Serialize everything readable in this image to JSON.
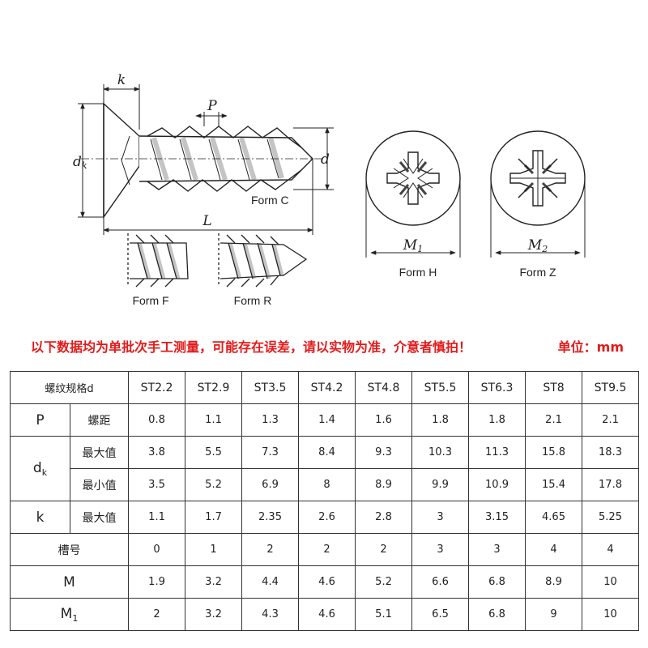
{
  "diagram": {
    "labels": {
      "k": "k",
      "p": "P",
      "dk_main": "d",
      "dk_sub": "k",
      "d": "d",
      "L": "L",
      "m1_main": "M",
      "m1_sub": "1",
      "m2_main": "M",
      "m2_sub": "2"
    },
    "forms": {
      "c": "Form C",
      "f": "Form F",
      "r": "Form R",
      "h": "Form H",
      "z": "Form Z"
    }
  },
  "notice": {
    "text": "以下数据均为单批次手工测量，可能存在误差，请以实物为准，介意者慎拍！",
    "unit": "单位：mm",
    "color": "#e21b1b"
  },
  "table": {
    "header_label": "螺纹规格d",
    "columns": [
      "ST2.2",
      "ST2.9",
      "ST3.5",
      "ST4.2",
      "ST4.8",
      "ST5.5",
      "ST6.3",
      "ST8",
      "ST9.5"
    ],
    "p": {
      "symbol": "P",
      "name": "螺距",
      "values": [
        "0.8",
        "1.1",
        "1.3",
        "1.4",
        "1.6",
        "1.8",
        "1.8",
        "2.1",
        "2.1"
      ]
    },
    "dk": {
      "symbol_main": "d",
      "symbol_sub": "k",
      "max": {
        "name": "最大值",
        "values": [
          "3.8",
          "5.5",
          "7.3",
          "8.4",
          "9.3",
          "10.3",
          "11.3",
          "15.8",
          "18.3"
        ]
      },
      "min": {
        "name": "最小值",
        "values": [
          "3.5",
          "5.2",
          "6.9",
          "8",
          "8.9",
          "9.9",
          "10.9",
          "15.4",
          "17.8"
        ]
      }
    },
    "k": {
      "symbol": "k",
      "name": "最大值",
      "values": [
        "1.1",
        "1.7",
        "2.35",
        "2.6",
        "2.8",
        "3",
        "3.15",
        "4.65",
        "5.25"
      ]
    },
    "slot": {
      "label": "槽号",
      "values": [
        "0",
        "1",
        "2",
        "2",
        "2",
        "3",
        "3",
        "4",
        "4"
      ]
    },
    "m": {
      "symbol": "M",
      "values": [
        "1.9",
        "3.2",
        "4.4",
        "4.6",
        "5.2",
        "6.6",
        "6.8",
        "8.9",
        "10"
      ]
    },
    "m1": {
      "symbol_main": "M",
      "symbol_sub": "1",
      "values": [
        "2",
        "3.2",
        "4.3",
        "4.6",
        "5.1",
        "6.5",
        "6.8",
        "9",
        "10"
      ]
    }
  }
}
